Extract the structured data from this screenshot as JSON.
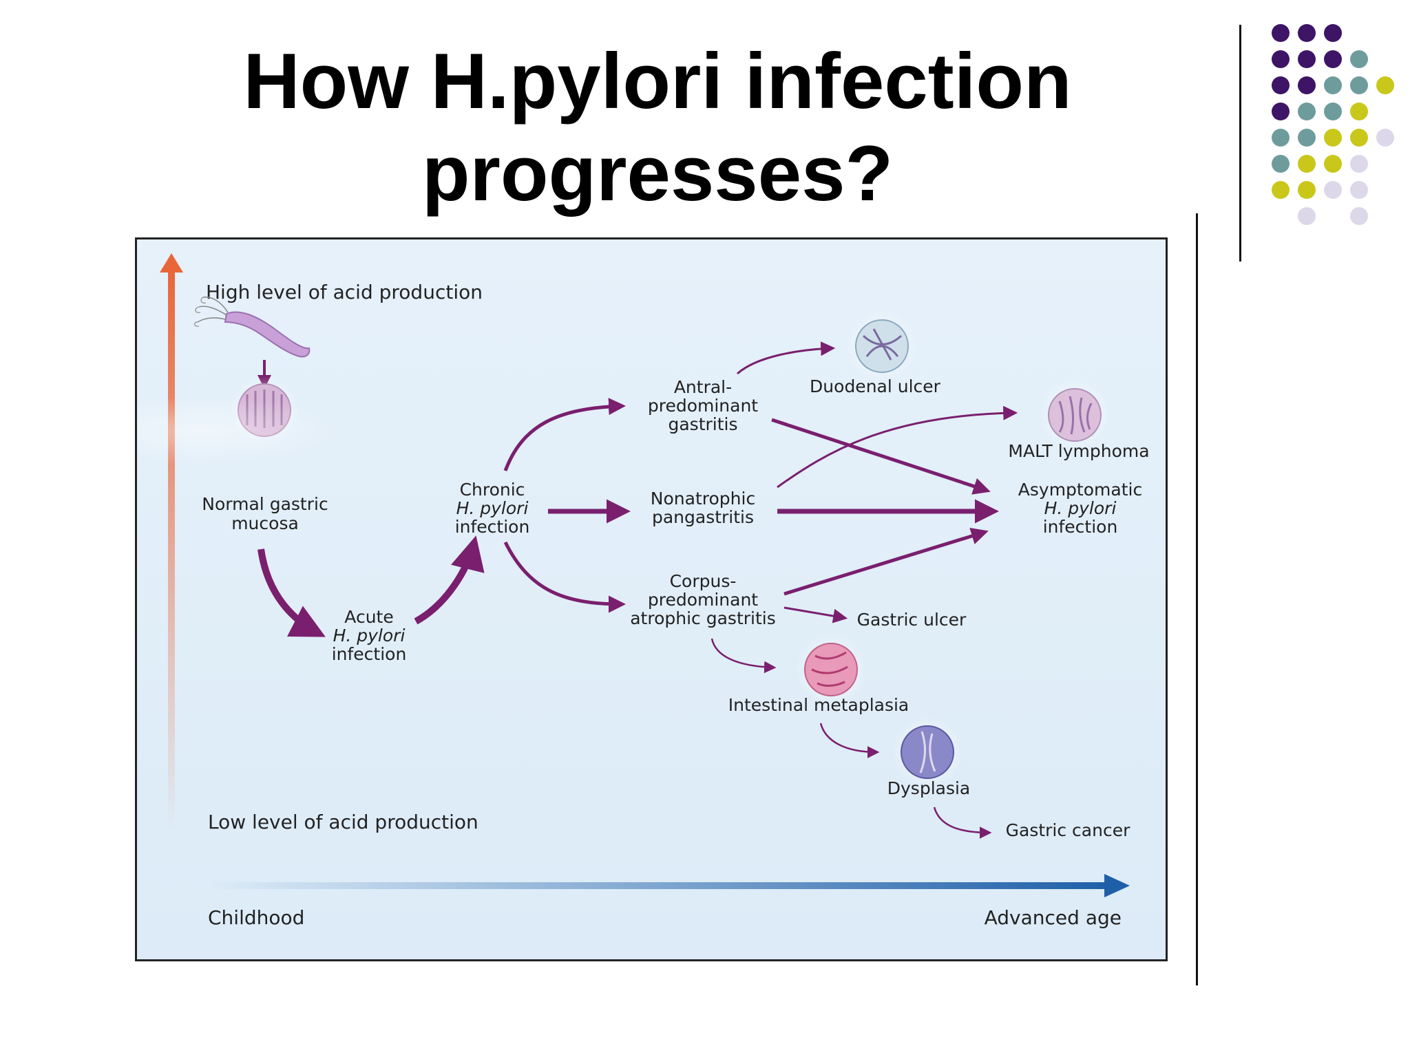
{
  "slide": {
    "title_line1": "How H.pylori infection",
    "title_line2": "progresses?"
  },
  "colors": {
    "purple": "#3d1466",
    "teal": "#6e9c9c",
    "olive": "#c9c71a",
    "lavender": "#dcd8ea",
    "arrow": "#7a1f6e",
    "acid_arrow": "#e8663a",
    "age_arrow": "#1f5fa8"
  },
  "diagram": {
    "axis": {
      "high_acid": "High level of acid production",
      "low_acid": "Low level of acid production",
      "childhood": "Childhood",
      "advanced_age": "Advanced age"
    },
    "nodes": {
      "normal": [
        "Normal gastric",
        "mucosa"
      ],
      "acute": [
        "Acute",
        "H. pylori",
        "infection"
      ],
      "chronic": [
        "Chronic",
        "H. pylori",
        "infection"
      ],
      "antral": [
        "Antral-",
        "predominant",
        "gastritis"
      ],
      "nonatrophic": [
        "Nonatrophic",
        "pangastritis"
      ],
      "corpus": [
        "Corpus-",
        "predominant",
        "atrophic gastritis"
      ],
      "duodenal": "Duodenal ulcer",
      "malt": "MALT lymphoma",
      "asymptomatic": [
        "Asymptomatic",
        "H. pylori",
        "infection"
      ],
      "gastric_ulcer": "Gastric ulcer",
      "metaplasia": "Intestinal metaplasia",
      "dysplasia": "Dysplasia",
      "cancer": "Gastric cancer"
    }
  }
}
